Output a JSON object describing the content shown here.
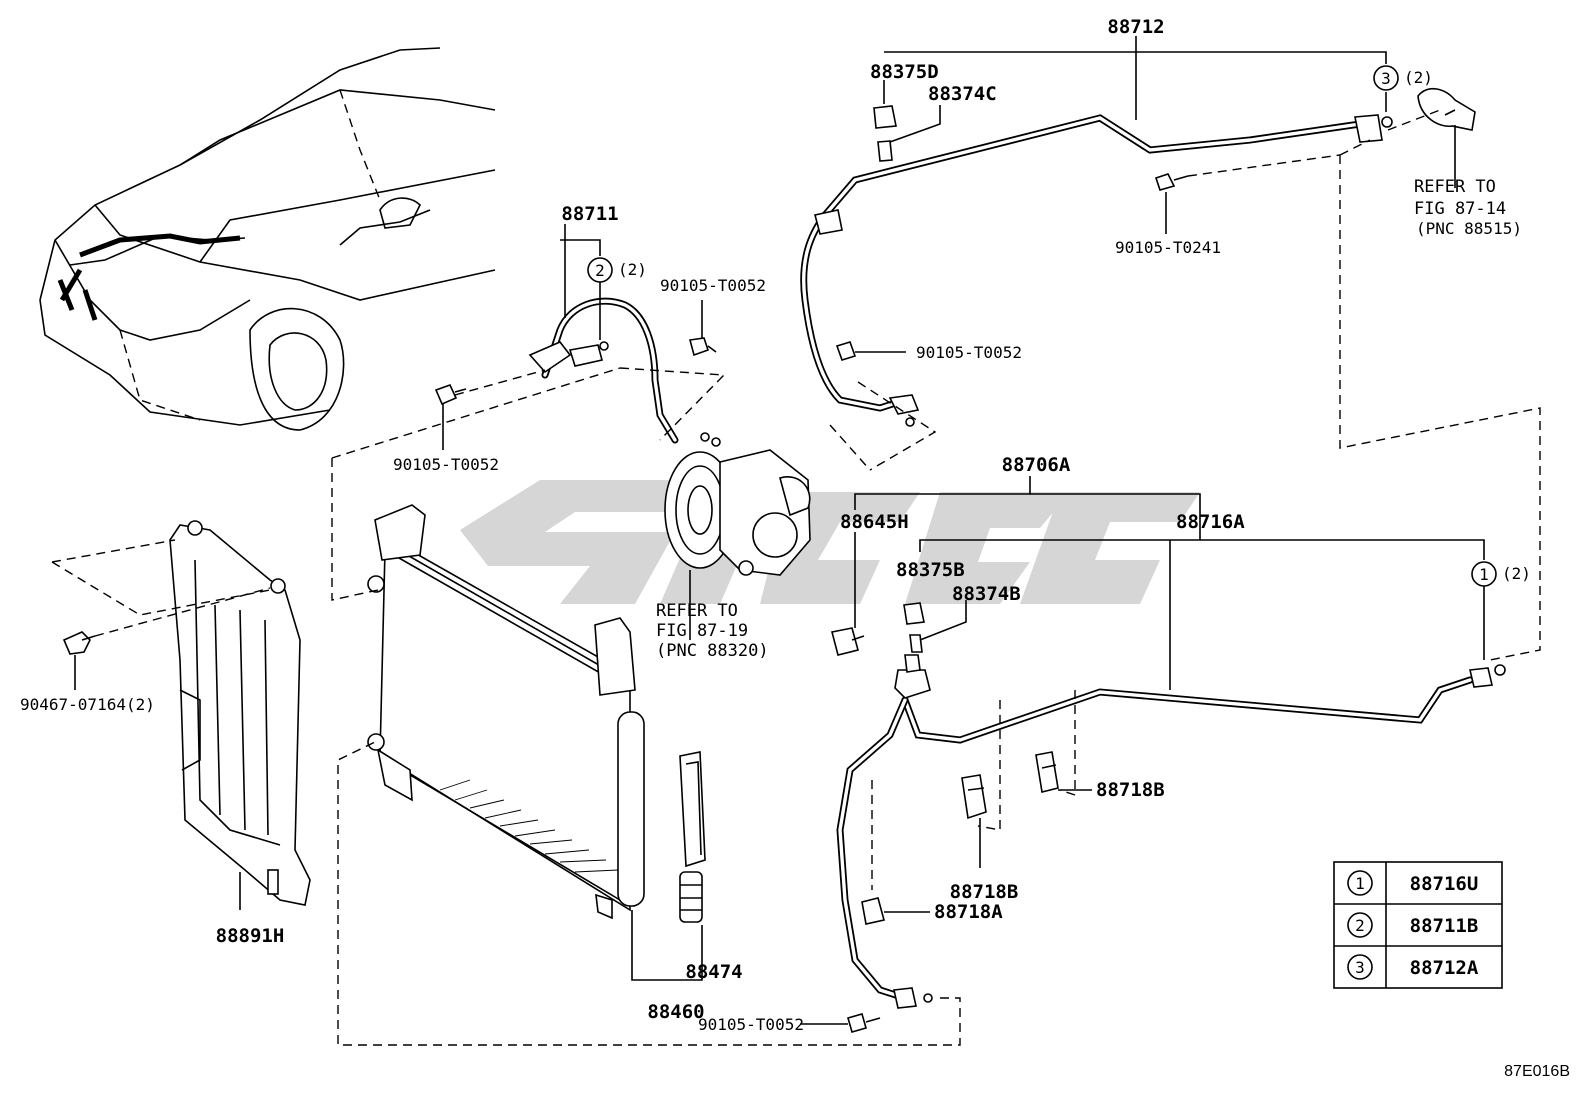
{
  "labels": {
    "p88712": "88712",
    "p88375D": "88375D",
    "p88374C": "88374C",
    "p88711": "88711",
    "p90105_T0052_a": "90105-T0052",
    "p90105_T0052_b": "90105-T0052",
    "p90105_T0052_c": "90105-T0052",
    "p90105_T0052_d": "90105-T0052",
    "p90105_T0241": "90105-T0241",
    "p88706A": "88706A",
    "p88645H": "88645H",
    "p88716A": "88716A",
    "p88375B": "88375B",
    "p88374B": "88374B",
    "p90467_07164": "90467-07164(2)",
    "p88891H": "88891H",
    "p88474": "88474",
    "p88460": "88460",
    "p88718B_a": "88718B",
    "p88718B_b": "88718B",
    "p88718A": "88718A"
  },
  "callouts": {
    "c3_num": "3",
    "c3_qty": "(2)",
    "c2_num": "2",
    "c2_qty": "(2)",
    "c1_num": "1",
    "c1_qty": "(2)"
  },
  "refs": {
    "r1_line1": "REFER TO",
    "r1_line2": "FIG 87-14",
    "r1_line3": "(PNC 88515)",
    "r2_line1": "REFER TO",
    "r2_line2": "FIG 87-19",
    "r2_line3": "(PNC 88320)"
  },
  "legend": {
    "rows": [
      {
        "num": "1",
        "part": "88716U"
      },
      {
        "num": "2",
        "part": "88711B"
      },
      {
        "num": "3",
        "part": "88712A"
      }
    ]
  },
  "figure_code": "87E016B",
  "colors": {
    "line": "#000000",
    "watermark": "#d4d4d4"
  }
}
